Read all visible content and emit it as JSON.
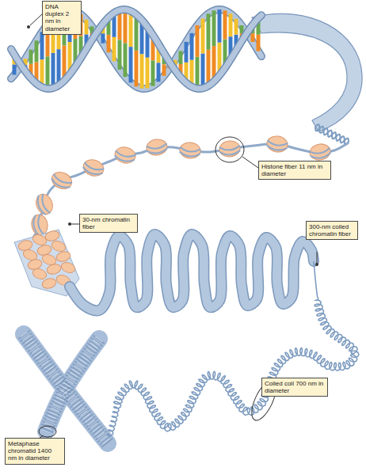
{
  "diagram": {
    "nodes": [
      {
        "text": [
          "DNA duplex 2 nm in diameter"
        ]
      },
      {
        "text": [
          "Histone fiber 11 nm in diameter"
        ]
      },
      {
        "text": [
          "30-nm chromatin fiber"
        ]
      },
      {
        "text": [
          "300-nm coiled chromatin fiber"
        ]
      },
      {
        "text": [
          "Coiled coil 700 nm in diameter"
        ]
      },
      {
        "text": [
          "Metaphase chromatid 1400 nm in diameter"
        ]
      }
    ]
  }
}
